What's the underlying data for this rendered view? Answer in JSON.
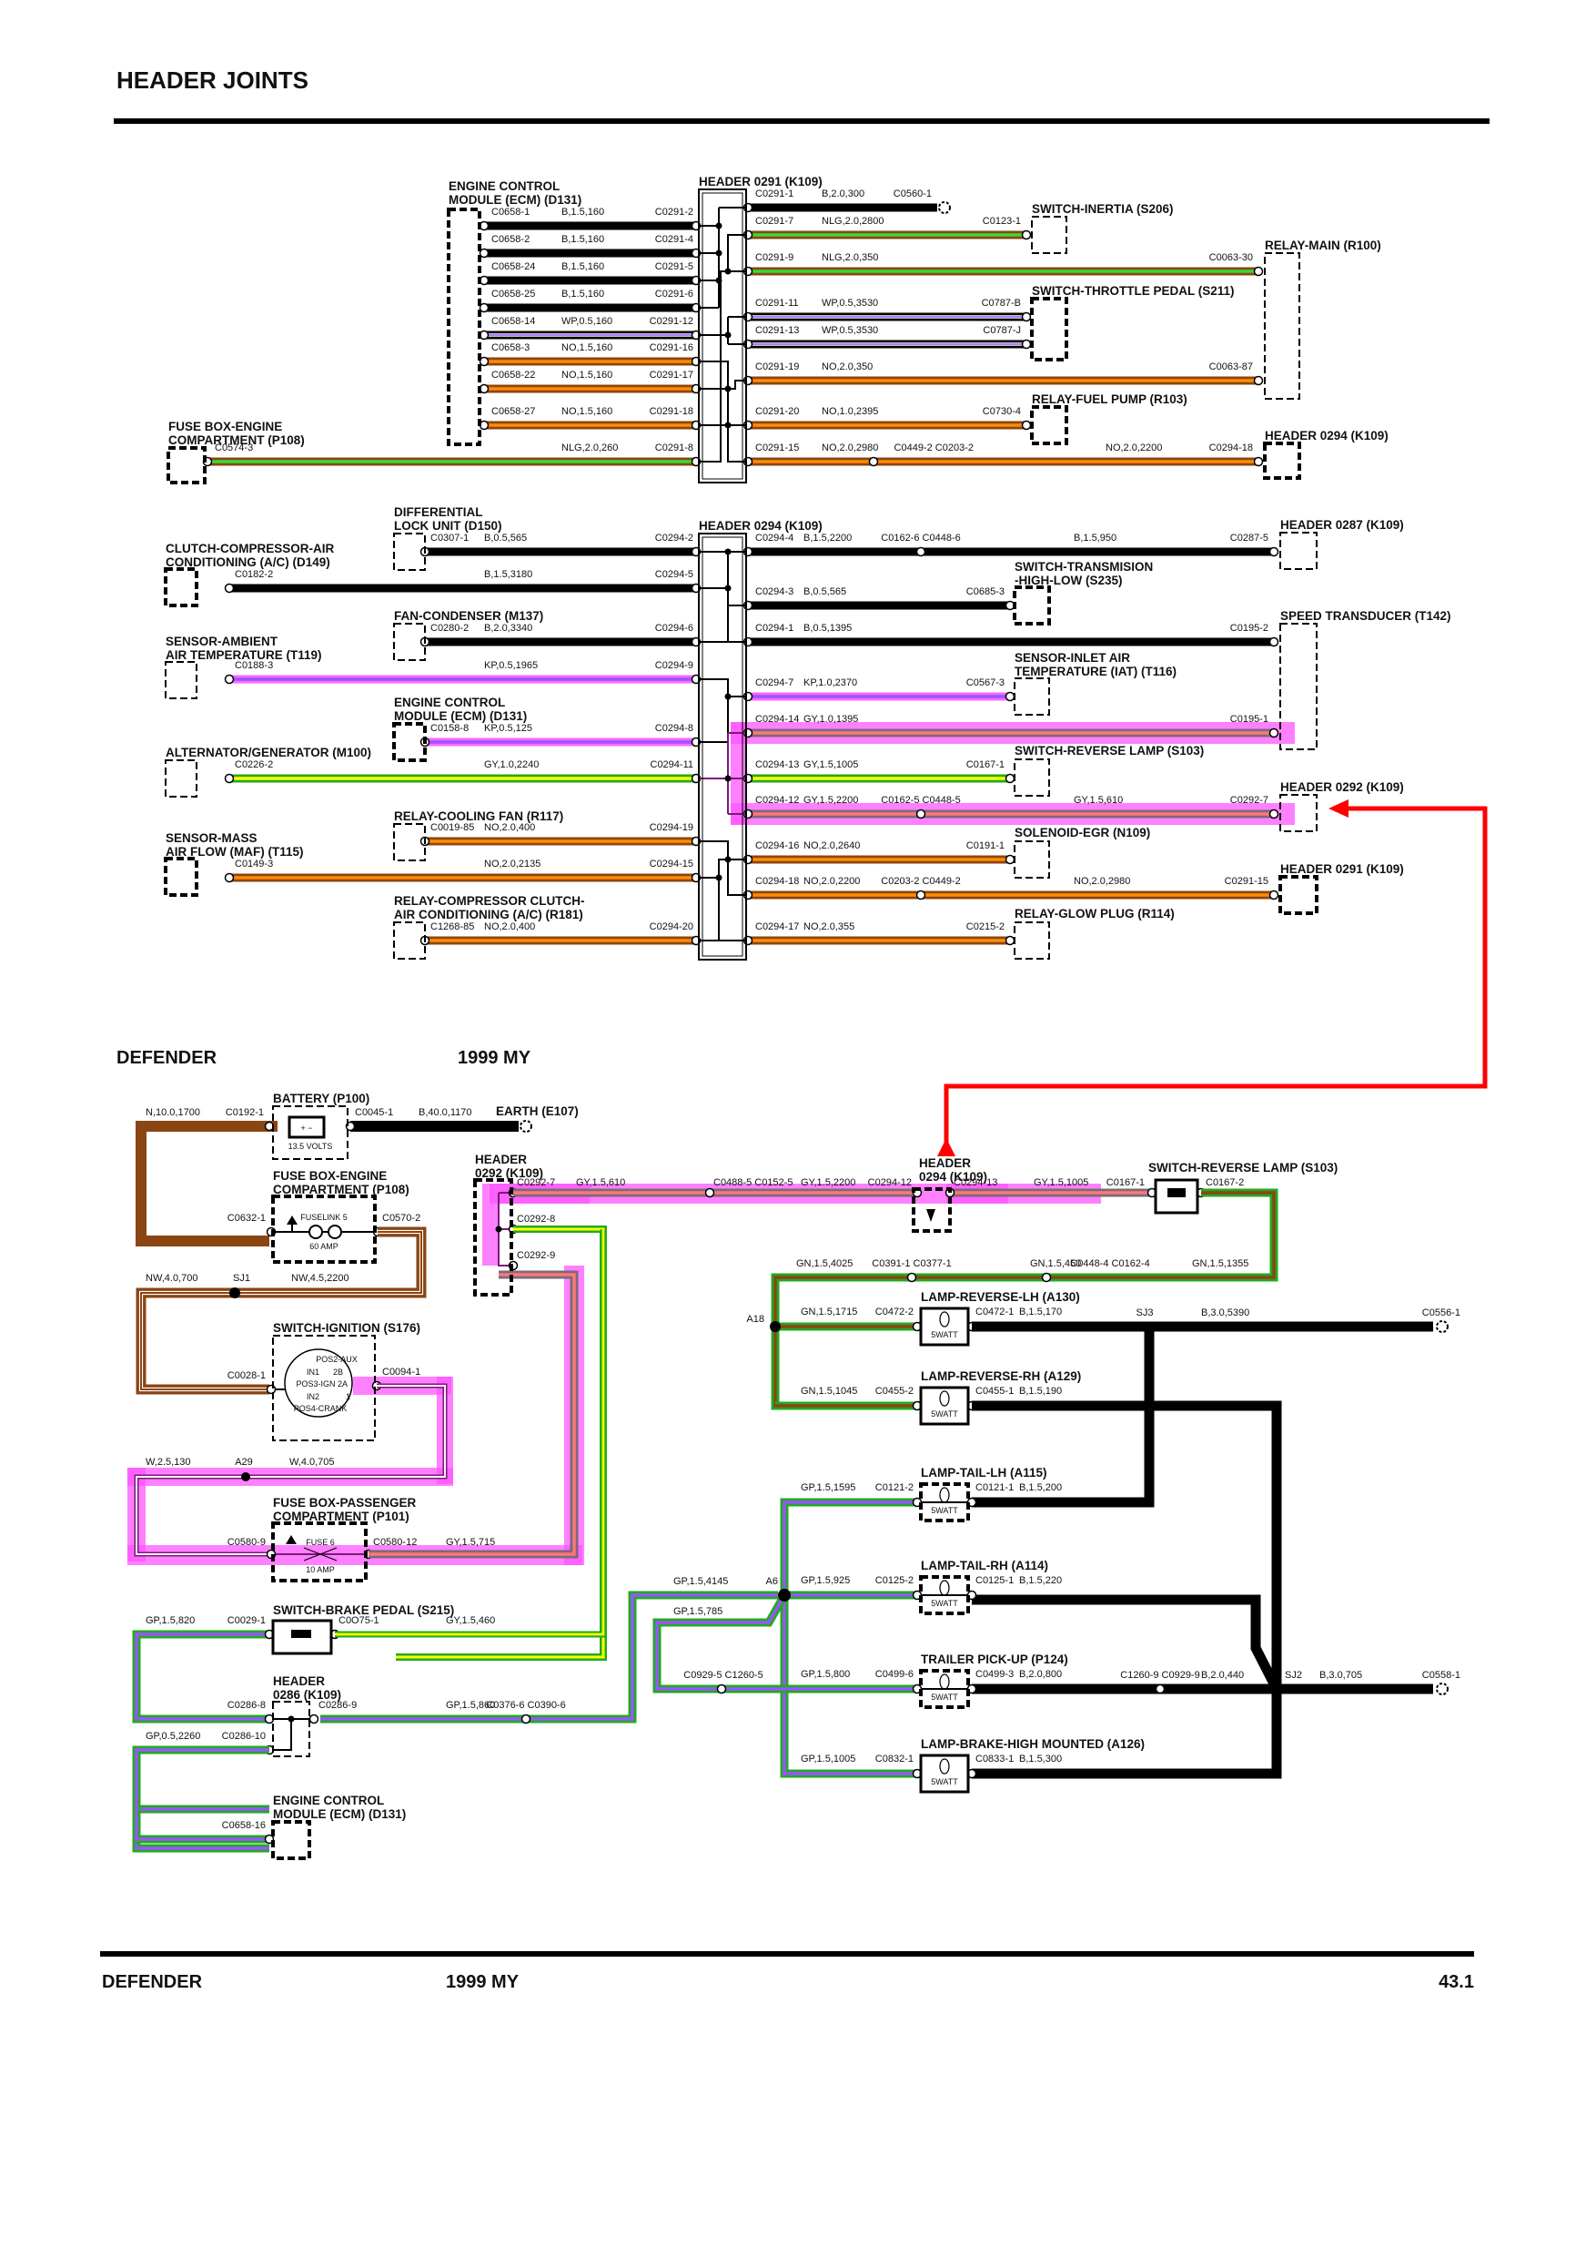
{
  "page": {
    "title": "HEADER JOINTS",
    "mid_left": "DEFENDER",
    "mid_center": "1999 MY",
    "footer_left": "DEFENDER",
    "footer_center": "1999 MY",
    "footer_page": "43.1"
  },
  "colors": {
    "black": "#000000",
    "brown": "#8B4513",
    "orange": "#FF8C00",
    "green": "#22AA22",
    "lightgreen": "#33DD33",
    "yellow": "#FFFF00",
    "purple": "#9955FF",
    "pink": "#FF66FF",
    "highlight": "#FF55FF",
    "slate": "#7A6A7A",
    "salmon": "#FF7777",
    "red": "#FF0000"
  },
  "header_0291": {
    "header_label": "HEADER 0291 (K109)",
    "components": {
      "ecm": "ENGINE CONTROL|MODULE (ECM) (D131)",
      "fusebox": "FUSE BOX-ENGINE|COMPARTMENT (P108)",
      "inertia": "SWITCH-INERTIA (S206)",
      "relay_main": "RELAY-MAIN (R100)",
      "throttle": "SWITCH-THROTTLE PEDAL (S211)",
      "fuel_pump": "RELAY-FUEL PUMP (R103)",
      "header_0294": "HEADER 0294 (K109)"
    },
    "left_wires": [
      {
        "from": "C0658-1",
        "spec": "B,1.5,160",
        "to": "C0291-2",
        "color": "B"
      },
      {
        "from": "C0658-2",
        "spec": "B,1.5,160",
        "to": "C0291-4",
        "color": "B"
      },
      {
        "from": "C0658-24",
        "spec": "B,1.5,160",
        "to": "C0291-5",
        "color": "B"
      },
      {
        "from": "C0658-25",
        "spec": "B,1.5,160",
        "to": "C0291-6",
        "color": "B"
      },
      {
        "from": "C0658-14",
        "spec": "WP,0.5,160",
        "to": "C0291-12",
        "color": "WP"
      },
      {
        "from": "C0658-3",
        "spec": "NO,1.5,160",
        "to": "C0291-16",
        "color": "NO"
      },
      {
        "from": "C0658-22",
        "spec": "NO,1.5,160",
        "to": "C0291-17",
        "color": "NO"
      },
      {
        "from": "C0658-27",
        "spec": "NO,1.5,160",
        "to": "C0291-18",
        "color": "NO"
      },
      {
        "from": "C0574-3",
        "spec": "NLG,2.0,260",
        "to": "C0291-8",
        "color": "NLG"
      }
    ],
    "right_wires": [
      {
        "from": "C0291-1",
        "spec": "B,2.0,300",
        "to": "C0560-1",
        "color": "B"
      },
      {
        "from": "C0291-7",
        "spec": "NLG,2.0,2800",
        "to": "C0123-1",
        "color": "NLG"
      },
      {
        "from": "C0291-9",
        "spec": "NLG,2.0,350",
        "to": "C0063-30",
        "color": "NLG"
      },
      {
        "from": "C0291-11",
        "spec": "WP,0.5,3530",
        "to": "C0787-B",
        "color": "WP"
      },
      {
        "from": "C0291-13",
        "spec": "WP,0.5,3530",
        "to": "C0787-J",
        "color": "WP"
      },
      {
        "from": "C0291-19",
        "spec": "NO,2.0,350",
        "to": "C0063-87",
        "color": "NO"
      },
      {
        "from": "C0291-20",
        "spec": "NO,1.0,2395",
        "to": "C0730-4",
        "color": "NO"
      },
      {
        "from": "C0291-15",
        "spec": "NO,2.0,2980",
        "mid": "C0449-2 C0203-2",
        "spec2": "NO,2.0,2200",
        "to": "C0294-18",
        "color": "NO"
      }
    ]
  },
  "header_0294": {
    "header_label": "HEADER 0294 (K109)",
    "components": {
      "diff_lock": "DIFFERENTIAL|LOCK UNIT (D150)",
      "clutch_ac": "CLUTCH-COMPRESSOR-AIR|CONDITIONING (A/C) (D149)",
      "fan_condenser": "FAN-CONDENSER (M137)",
      "ambient": "SENSOR-AMBIENT|AIR TEMPERATURE (T119)",
      "ecm": "ENGINE CONTROL|MODULE (ECM) (D131)",
      "alternator": "ALTERNATOR/GENERATOR (M100)",
      "cooling_fan": "RELAY-COOLING FAN (R117)",
      "maf": "SENSOR-MASS|AIR FLOW (MAF) (T115)",
      "relay_ac": "RELAY-COMPRESSOR CLUTCH-|AIR CONDITIONING (A/C) (R181)",
      "header_0287": "HEADER 0287 (K109)",
      "trans": "SWITCH-TRANSMISION|-HIGH-LOW (S235)",
      "speed": "SPEED TRANSDUCER (T142)",
      "iat": "SENSOR-INLET AIR|TEMPERATURE (IAT) (T116)",
      "reverse": "SWITCH-REVERSE LAMP (S103)",
      "header_0292": "HEADER 0292 (K109)",
      "egr": "SOLENOID-EGR (N109)",
      "header_0291": "HEADER 0291 (K109)",
      "glow": "RELAY-GLOW PLUG (R114)"
    },
    "left_wires": [
      {
        "from": "C0307-1",
        "spec": "B,0.5,565",
        "to": "C0294-2",
        "color": "B"
      },
      {
        "from": "C0182-2",
        "spec": "B,1.5,3180",
        "to": "C0294-5",
        "color": "B"
      },
      {
        "from": "C0280-2",
        "spec": "B,2.0,3340",
        "to": "C0294-6",
        "color": "B"
      },
      {
        "from": "C0188-3",
        "spec": "KP,0.5,1965",
        "to": "C0294-9",
        "color": "KP"
      },
      {
        "from": "C0158-8",
        "spec": "KP,0.5,125",
        "to": "C0294-8",
        "color": "KP"
      },
      {
        "from": "C0226-2",
        "spec": "GY,1.0,2240",
        "to": "C0294-11",
        "color": "GY"
      },
      {
        "from": "C0019-85",
        "spec": "NO,2.0,400",
        "to": "C0294-19",
        "color": "NO"
      },
      {
        "from": "C0149-3",
        "spec": "NO,2.0,2135",
        "to": "C0294-15",
        "color": "NO"
      },
      {
        "from": "C1268-85",
        "spec": "NO,2.0,400",
        "to": "C0294-20",
        "color": "NO"
      }
    ],
    "right_wires": [
      {
        "from": "C0294-4",
        "spec": "B,1.5,2200",
        "mid": "C0162-6 C0448-6",
        "spec2": "B,1.5,950",
        "to": "C0287-5",
        "color": "B"
      },
      {
        "from": "C0294-3",
        "spec": "B,0.5,565",
        "to": "C0685-3",
        "color": "B"
      },
      {
        "from": "C0294-1",
        "spec": "B,0.5,1395",
        "to": "C0195-2",
        "color": "B"
      },
      {
        "from": "C0294-7",
        "spec": "KP,1.0,2370",
        "to": "C0567-3",
        "color": "KP"
      },
      {
        "from": "C0294-14",
        "spec": "GY,1.0,1395",
        "to": "C0195-1",
        "color": "SR",
        "highlight": true
      },
      {
        "from": "C0294-13",
        "spec": "GY,1.5,1005",
        "to": "C0167-1",
        "color": "GY"
      },
      {
        "from": "C0294-12",
        "spec": "GY,1.5,2200",
        "mid": "C0162-5 C0448-5",
        "spec2": "GY,1.5,610",
        "to": "C0292-7",
        "color": "SR",
        "highlight": true
      },
      {
        "from": "C0294-16",
        "spec": "NO,2.0,2640",
        "to": "C0191-1",
        "color": "NO"
      },
      {
        "from": "C0294-18",
        "spec": "NO,2.0,2200",
        "mid": "C0203-2 C0449-2",
        "spec2": "NO,2.0,2980",
        "to": "C0291-15",
        "color": "NO"
      },
      {
        "from": "C0294-17",
        "spec": "NO,2.0,355",
        "to": "C0215-2",
        "color": "NO"
      }
    ]
  },
  "circuit": {
    "battery": {
      "label": "BATTERY (P100)",
      "volts": "13.5 VOLTS",
      "pin_in": "C0192-1",
      "pin_out": "C0045-1",
      "in_wire": "N,10.0,1700",
      "out_wire": "B,40.0,1170",
      "earth": "EARTH (E107)"
    },
    "fusebox_engine": {
      "label": "FUSE BOX-ENGINE|COMPARTMENT (P108)",
      "fuse": "FUSELINK 5",
      "rating": "60 AMP",
      "pin_in": "C0632-1",
      "pin_out": "C0570-2"
    },
    "sj1": {
      "label": "SJ1",
      "left_wire": "NW,4.0,700",
      "right_wire": "NW,4.5,2200"
    },
    "ignition": {
      "label": "SWITCH-IGNITION (S176)",
      "pin_in": "C0028-1",
      "pin_out": "C0094-1",
      "positions": [
        "POS2-AUX",
        "IN1",
        "2B",
        "POS3-IGN 2A",
        "IN2",
        "1",
        "POS4-CRANK"
      ]
    },
    "a29": {
      "label": "A29",
      "left_wire": "W,2.5,130",
      "right_wire": "W,4.0,705"
    },
    "fusebox_pass": {
      "label": "FUSE BOX-PASSENGER|COMPARTMENT (P101)",
      "fuse": "FUSE 6",
      "rating": "10 AMP",
      "pin_in": "C0580-9",
      "pin_out": "C0580-12",
      "out_wire": "GY,1.5,715"
    },
    "brake_switch": {
      "label": "SWITCH-BRAKE PEDAL (S215)",
      "pin_in": "C0029-1",
      "pin_out": "C0O75-1",
      "in_wire": "GP,1.5,820",
      "out_wire": "GY,1.5,460"
    },
    "header_0286": {
      "label": "HEADER|0286 (K109)",
      "pin_a": "C0286-8",
      "pin_b": "C0286-9",
      "pin_c": "C0286-10",
      "out_wire": "GP,1.5,860",
      "inline": "C0376-6 C0390-6",
      "c_wire": "GP,0.5,2260"
    },
    "ecm": {
      "label": "ENGINE CONTROL|MODULE (ECM) (D131)",
      "pin": "C0658-16"
    },
    "header_0292": {
      "label": "HEADER|0292 (K109)",
      "pins": [
        "C0292-7",
        "C0292-8",
        "C0292-9"
      ],
      "wire": "GY,1.5,610",
      "inline": "C0488-5 C0152-5",
      "wire2": "GY,1.5,2200"
    },
    "header_0294": {
      "label": "HEADER|0294 (K109)",
      "pin_a": "C0294-12",
      "pin_b": "C0294-13",
      "wire": "GY,1.5,1005"
    },
    "reverse_switch": {
      "label": "SWITCH-REVERSE LAMP (S103)",
      "pin_in": "C0167-1",
      "pin_out": "C0167-2"
    },
    "green_run": {
      "w1": "GN,1.5,4025",
      "inline1": "C0391-1 C0377-1",
      "w2": "GN,1.5,450",
      "inline2": "C0448-4 C0162-4",
      "w3": "GN,1.5,1355"
    },
    "a18": "A18",
    "lamp_rev_lh": {
      "label": "LAMP-REVERSE-LH (A130)",
      "in_wire": "GN,1.5,1715",
      "pin_in": "C0472-2",
      "pin_out": "C0472-1",
      "out_wire": "B,1.5,170",
      "watt": "5WATT"
    },
    "sj3": {
      "label": "SJ3",
      "wire": "B,3.0,5390",
      "earth_pin": "C0556-1"
    },
    "lamp_rev_rh": {
      "label": "LAMP-REVERSE-RH (A129)",
      "in_wire": "GN,1.5,1045",
      "pin_in": "C0455-2",
      "pin_out": "C0455-1",
      "out_wire": "B,1.5,190",
      "watt": "5WATT"
    },
    "lamp_tail_lh": {
      "label": "LAMP-TAIL-LH (A115)",
      "in_wire": "GP,1.5,1595",
      "pin_in": "C0121-2",
      "pin_out": "C0121-1",
      "out_wire": "B,1.5,200",
      "watt": "5WATT"
    },
    "a6": {
      "label": "A6",
      "in_wire": "GP,1.5,4145",
      "loop_wire": "GP,1.5,785"
    },
    "lamp_tail_rh": {
      "label": "LAMP-TAIL-RH (A114)",
      "in_wire": "GP,1.5,925",
      "pin_in": "C0125-2",
      "pin_out": "C0125-1",
      "out_wire": "B,1.5,220",
      "watt": "5WATT"
    },
    "trailer": {
      "label": "TRAILER PICK-UP (P124)",
      "inline_left": "C0929-5 C1260-5",
      "in_wire": "GP,1.5,800",
      "pin_in": "C0499-6",
      "pin_out": "C0499-3",
      "out_wire": "B,2.0,800",
      "inline_right": "C1260-9 C0929-9",
      "out_wire2": "B,2.0,440",
      "watt": "5WATT"
    },
    "sj2": {
      "label": "SJ2",
      "wire": "B,3.0,705",
      "earth_pin": "C0558-1"
    },
    "lamp_brake_high": {
      "label": "LAMP-BRAKE-HIGH MOUNTED (A126)",
      "in_wire": "GP,1.5,1005",
      "pin_in": "C0832-1",
      "pin_out": "C0833-1",
      "out_wire": "B,1.5,300",
      "watt": "5WATT"
    }
  }
}
